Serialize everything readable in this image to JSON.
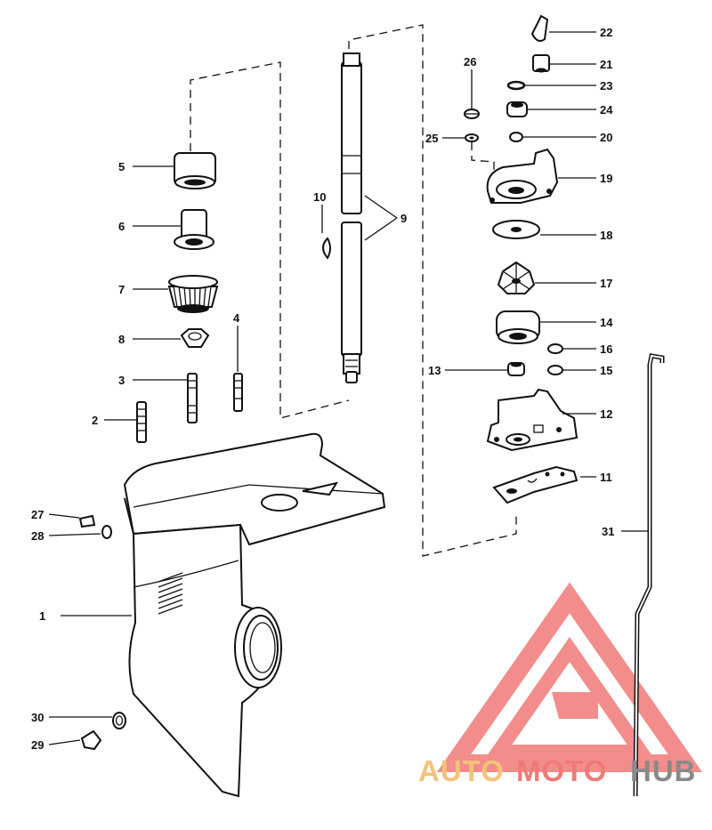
{
  "labels": [
    {
      "id": "1",
      "text": "1"
    },
    {
      "id": "2",
      "text": "2"
    },
    {
      "id": "3",
      "text": "3"
    },
    {
      "id": "4",
      "text": "4"
    },
    {
      "id": "5",
      "text": "5"
    },
    {
      "id": "6",
      "text": "6"
    },
    {
      "id": "7",
      "text": "7"
    },
    {
      "id": "8",
      "text": "8"
    },
    {
      "id": "9",
      "text": "9"
    },
    {
      "id": "10",
      "text": "10"
    },
    {
      "id": "11",
      "text": "11"
    },
    {
      "id": "12",
      "text": "12"
    },
    {
      "id": "13",
      "text": "13"
    },
    {
      "id": "14",
      "text": "14"
    },
    {
      "id": "15",
      "text": "15"
    },
    {
      "id": "16",
      "text": "16"
    },
    {
      "id": "17",
      "text": "17"
    },
    {
      "id": "18",
      "text": "18"
    },
    {
      "id": "19",
      "text": "19"
    },
    {
      "id": "20",
      "text": "20"
    },
    {
      "id": "21",
      "text": "21"
    },
    {
      "id": "22",
      "text": "22"
    },
    {
      "id": "23",
      "text": "23"
    },
    {
      "id": "24",
      "text": "24"
    },
    {
      "id": "25",
      "text": "25"
    },
    {
      "id": "26",
      "text": "26"
    },
    {
      "id": "27",
      "text": "27"
    },
    {
      "id": "28",
      "text": "28"
    },
    {
      "id": "29",
      "text": "29"
    },
    {
      "id": "30",
      "text": "30"
    },
    {
      "id": "31",
      "text": "31"
    }
  ],
  "watermark": {
    "part1": "AUTO",
    "part2": "MOTO",
    "part3": "HUB",
    "color_auto": "#f5c27a",
    "color_moto": "#f07a78",
    "color_hub": "#8a8a8a",
    "logo_color": "#f07a78"
  }
}
